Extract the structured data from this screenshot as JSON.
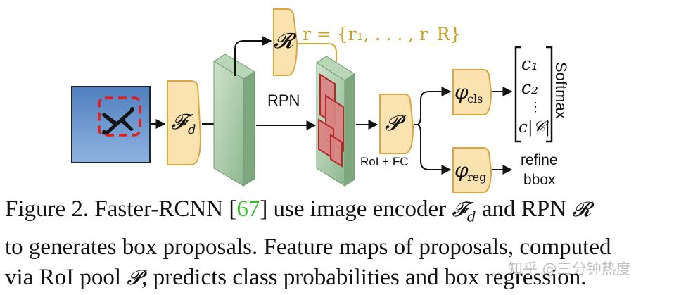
{
  "diagram": {
    "encoder_label": "𝓕",
    "encoder_sub": "d",
    "rpn_module_label": "𝓡",
    "proposals_expr": "r = {r₁, . . . , r_R}",
    "rpn_text": "RPN",
    "roi_module_label": "𝓟",
    "roi_fc_text": "RoI + FC",
    "cls_head_phi": "φ",
    "cls_head_sub": "cls",
    "reg_head_phi": "φ",
    "reg_head_sub": "reg",
    "class_items": [
      "c₁",
      "c₂",
      "⋮",
      "c|𝒞|"
    ],
    "softmax_text": "Softmax",
    "refine_text": "refine",
    "bbox_text": "bbox",
    "colors": {
      "module_fill": "#fbe3b1",
      "module_stroke": "#d9a640",
      "feature_map": "#9fc5a0",
      "proposal_fill": "#d98383",
      "proposal_stroke": "#b02a2a",
      "proposals_label": "#c9a227",
      "input_bg": "#6b93c8",
      "detect_box": "#e02020",
      "citation": "#34c22e"
    }
  },
  "caption": {
    "line1_a": "Figure 2.  Faster-RCNN [",
    "line1_cite": "67",
    "line1_b": "] use image encoder ",
    "line1_sym": "𝓕",
    "line1_sub": "d",
    "line1_c": " and RPN ",
    "line1_sym2": "𝓡",
    "line2": "to generates box proposals. Feature maps of proposals, computed",
    "line3_a": "via RoI pool ",
    "line3_sym": "𝓟",
    "line3_b": ", predicts class probabilities and box regression."
  },
  "watermark": "知乎 @三分钟热度"
}
